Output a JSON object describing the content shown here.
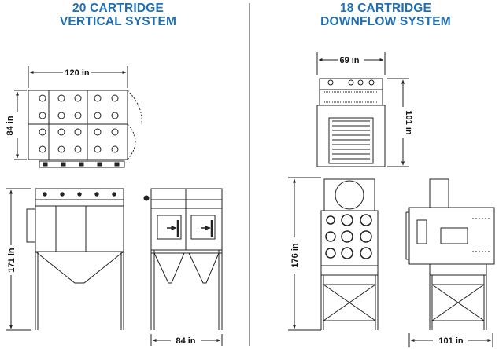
{
  "titles": {
    "left_line1": "20 CARTRIDGE",
    "left_line2": "VERTICAL SYSTEM",
    "right_line1": "18 CARTRIDGE",
    "right_line2": "DOWNFLOW SYSTEM"
  },
  "dimensions": {
    "v_top_width": "120 in",
    "v_top_depth": "84 in",
    "v_front_height": "171 in",
    "v_side_width": "84 in",
    "d_top_width": "69 in",
    "d_top_depth": "101 in",
    "d_front_height": "176 in",
    "d_side_width": "101 in"
  },
  "colors": {
    "title": "#1f6fb3",
    "line": "#222222"
  }
}
